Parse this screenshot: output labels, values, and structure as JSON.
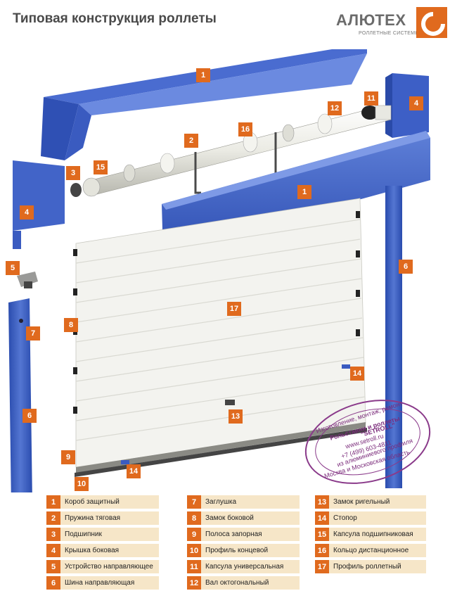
{
  "title": "Типовая конструкция роллеты",
  "logo": {
    "name": "АЛЮТЕХ",
    "subtitle": "РОЛЛЕТНЫЕ СИСТЕМЫ"
  },
  "callouts": [
    "1",
    "2",
    "16",
    "12",
    "11",
    "4",
    "3",
    "15",
    "4",
    "1",
    "5",
    "6",
    "7",
    "8",
    "17",
    "14",
    "13",
    "6",
    "9",
    "14",
    "10"
  ],
  "stamp": {
    "line1": "Изготовление, монтаж, ремонт",
    "line2": "Рольставни и роллеты",
    "line3": "\"SETROLL\"",
    "line4": "www.setroll.ru",
    "line5": "+7 (499) 603-4811",
    "line6": "из алюминиевого профиля",
    "line7": "Москва и Московская область"
  },
  "legend": [
    {
      "num": "1",
      "label": "Короб защитный"
    },
    {
      "num": "2",
      "label": "Пружина тяговая"
    },
    {
      "num": "3",
      "label": "Подшипник"
    },
    {
      "num": "4",
      "label": "Крышка боковая"
    },
    {
      "num": "5",
      "label": "Устройство направляющее"
    },
    {
      "num": "6",
      "label": "Шина направляющая"
    },
    {
      "num": "7",
      "label": "Заглушка"
    },
    {
      "num": "8",
      "label": "Замок боковой"
    },
    {
      "num": "9",
      "label": "Полоса запорная"
    },
    {
      "num": "10",
      "label": "Профиль концевой"
    },
    {
      "num": "11",
      "label": "Капсула универсальная"
    },
    {
      "num": "12",
      "label": "Вал октогональный"
    },
    {
      "num": "13",
      "label": "Замок ригельный"
    },
    {
      "num": "14",
      "label": "Стопор"
    },
    {
      "num": "15",
      "label": "Капсула подшипниковая"
    },
    {
      "num": "16",
      "label": "Кольцо дистанционное"
    },
    {
      "num": "17",
      "label": "Профиль роллетный"
    }
  ],
  "colors": {
    "blue": "#3b5fc4",
    "blue_dark": "#223f96",
    "orange": "#e06a1e",
    "legend_bg": "#f6e6c8",
    "slat": "#f2f2ee"
  }
}
